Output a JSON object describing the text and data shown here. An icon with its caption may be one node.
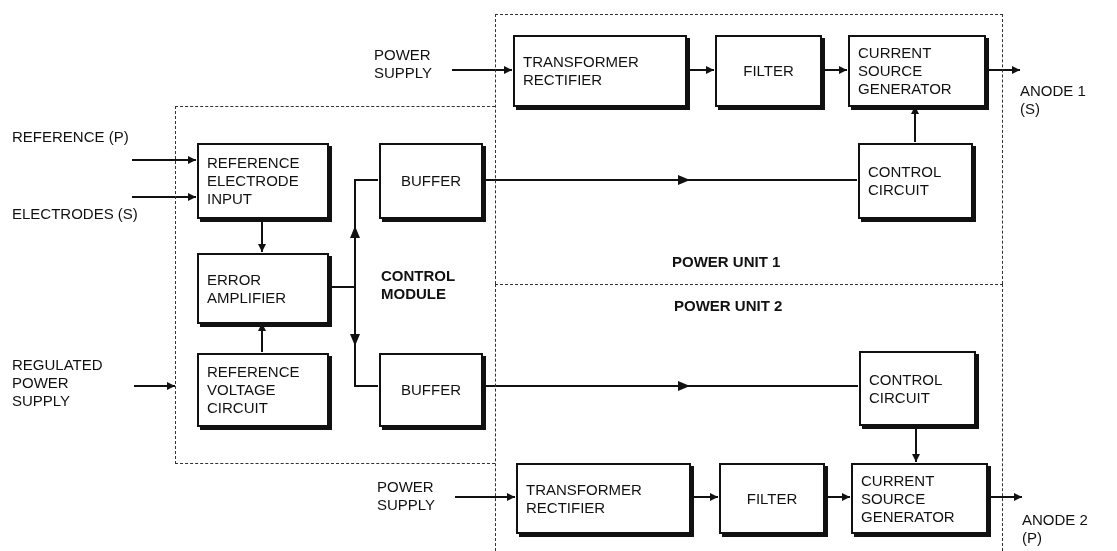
{
  "diagram": {
    "nodes": [
      {
        "text": [
          "POWER SUPPLY"
        ]
      },
      {
        "text": [
          "POWER UNIT 1"
        ]
      },
      {
        "text": [
          "TRANSFORMER RECTIFIER"
        ],
        "in": 1
      },
      {
        "text": [
          "FILTER"
        ],
        "in": 1
      },
      {
        "text": [
          "CURRENT SOURCE GENERATOR"
        ],
        "in": 1
      },
      {
        "text": [
          "ANODE 1 (S)"
        ]
      },
      {
        "text": [
          "REFERENCE (P)"
        ]
      },
      {
        "text": [
          "CONTROL MODULE"
        ]
      },
      {
        "text": [
          "REFERENCE ELECTRODE INPUT"
        ],
        "in": 7
      },
      {
        "text": [
          "BUFFER"
        ],
        "in": 7
      },
      {
        "text": [
          "CONTROL CIRCUIT"
        ],
        "in": 1
      },
      {
        "text": [
          "ELECTRODES (S)"
        ]
      },
      {
        "text": [
          "ERROR AMPLIFIER"
        ],
        "in": 7
      },
      {
        "text": [
          "POWER UNIT 2"
        ]
      },
      {
        "text": [
          "REGULATED POWER SUPPLY"
        ]
      },
      {
        "text": [
          "REFERENCE VOLTAGE CIRCUIT"
        ],
        "in": 7
      },
      {
        "text": [
          "BUFFER"
        ],
        "in": 7
      },
      {
        "text": [
          "CONTROL CIRCUIT"
        ],
        "in": 13
      },
      {
        "text": [
          "POWER SUPPLY"
        ]
      },
      {
        "text": [
          "TRANSFORMER RECTIFIER"
        ],
        "in": 13
      },
      {
        "text": [
          "FILTER"
        ],
        "in": 13
      },
      {
        "text": [
          "CURRENT SOURCE GENERATOR"
        ],
        "in": 13
      },
      {
        "text": [
          "ANODE 2 (P)"
        ]
      }
    ],
    "edges": [
      {
        "from": 0,
        "to": 2,
        "arrow": "to"
      },
      {
        "from": 2,
        "to": 3,
        "arrow": "to"
      },
      {
        "from": 3,
        "to": 4,
        "arrow": "to"
      },
      {
        "from": 10,
        "to": 4,
        "arrow": "to"
      },
      {
        "from": 4,
        "to": 5,
        "arrow": "to"
      },
      {
        "from": 6,
        "to": 8,
        "arrow": "to"
      },
      {
        "from": 11,
        "to": 8,
        "arrow": "to"
      },
      {
        "from": 8,
        "to": 12,
        "arrow": "to"
      },
      {
        "from": 15,
        "to": 12,
        "arrow": "to"
      },
      {
        "from": 12,
        "to": 9,
        "arrow": "to"
      },
      {
        "from": 12,
        "to": 16,
        "arrow": "to"
      },
      {
        "from": 9,
        "to": 10,
        "arrow": "to"
      },
      {
        "from": 16,
        "to": 17,
        "arrow": "to"
      },
      {
        "from": 17,
        "to": 21,
        "arrow": "to"
      },
      {
        "from": 14,
        "to": 7,
        "arrow": "to"
      },
      {
        "from": 18,
        "to": 19,
        "arrow": "to"
      },
      {
        "from": 19,
        "to": 20,
        "arrow": "to"
      },
      {
        "from": 20,
        "to": 21,
        "arrow": "to"
      },
      {
        "from": 21,
        "to": 22,
        "arrow": "to"
      }
    ]
  }
}
